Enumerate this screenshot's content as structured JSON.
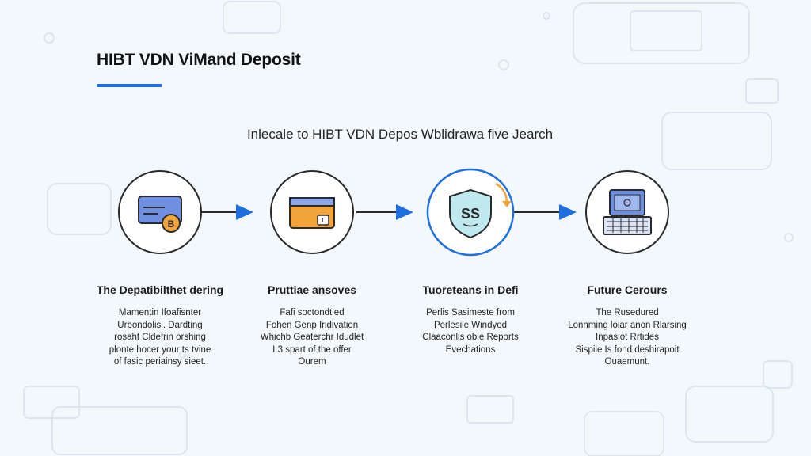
{
  "header": {
    "title": "HIBT VDN ViMand Deposit",
    "subtitle": "Inlecale to HIBT VDN Depos Wblidrawa five Jearch"
  },
  "colors": {
    "accent": "#1e6fe0",
    "background": "#f3f8fc",
    "icon_orange": "#f0a43a",
    "icon_blue": "#6f8fe3"
  },
  "steps": [
    {
      "icon": "card-coin-icon",
      "title": "The Depatibilthet dering",
      "desc": [
        "Mamentin Ifoafisnter",
        "Urbondolisl. Dardting",
        "rosaht Cldefrin orshing",
        "plonte hocer your ts tvine",
        "of fasic periainsy sieet."
      ]
    },
    {
      "icon": "wallet-icon",
      "title": "Pruttiae ansoves",
      "desc": [
        "Fafi soctondtied",
        "Fohen Genp Iridivation",
        "Whichb Geaterchr Idudlet",
        "L3 spart of the offer",
        "Ourem"
      ]
    },
    {
      "icon": "shield-icon",
      "title": "Tuoreteans in Defi",
      "desc": [
        "Perlis Sasimeste from",
        "Perlesile Windyod",
        "Claaconlis oble Reports",
        "Evechations"
      ]
    },
    {
      "icon": "computer-icon",
      "title": "Future Cerours",
      "desc": [
        "The Rusedured",
        "Lonnming loiar anon Rlarsing",
        "Inpasiot Rrtides",
        "Sispile Is fond deshirapoit",
        "Ouaemunt."
      ]
    }
  ]
}
